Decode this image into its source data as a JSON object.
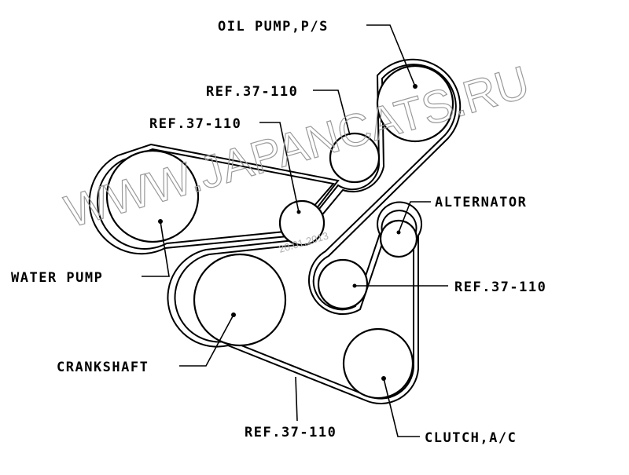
{
  "labels": {
    "oil_pump": "OIL PUMP,P/S",
    "ref_top": "REF.37-110",
    "ref_left": "REF.37-110",
    "alternator": "ALTERNATOR",
    "water_pump": "WATER PUMP",
    "ref_right": "REF.37-110",
    "crankshaft": "CRANKSHAFT",
    "ref_bottom": "REF.37-110",
    "clutch_ac": "CLUTCH,A/C"
  },
  "watermark": {
    "text": "WWW.JAPANCATS.RU",
    "date": "20.01.2013"
  }
}
